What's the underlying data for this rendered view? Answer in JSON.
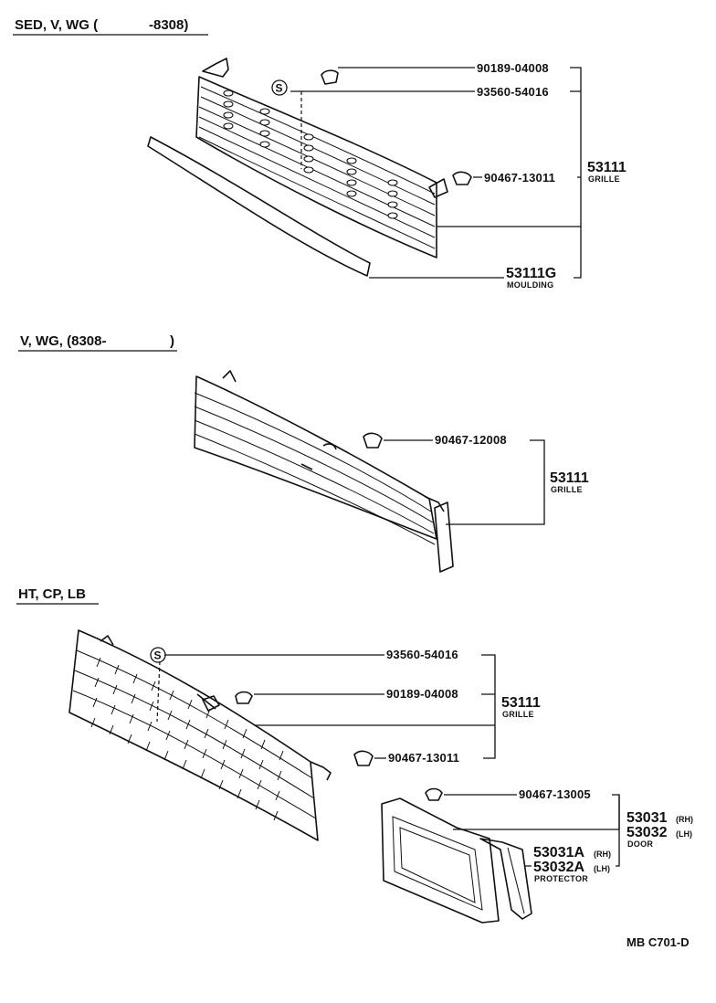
{
  "sections": [
    {
      "header": "SED, V, WG (",
      "header_end": "-8308)",
      "screw_mark": "S",
      "parts": [
        {
          "number": "90189-04008"
        },
        {
          "number": "93560-54016"
        },
        {
          "number": "90467-13011"
        }
      ],
      "assembly": {
        "number": "53111",
        "name": "GRILLE"
      },
      "moulding": {
        "number": "53111G",
        "name": "MOULDING"
      }
    },
    {
      "header": "V, WG, (8308-",
      "header_end": ")",
      "parts": [
        {
          "number": "90467-12008"
        }
      ],
      "assembly": {
        "number": "53111",
        "name": "GRILLE"
      }
    },
    {
      "header": "HT, CP, LB",
      "screw_mark": "S",
      "parts": [
        {
          "number": "93560-54016"
        },
        {
          "number": "90189-04008"
        },
        {
          "number": "90467-13011"
        },
        {
          "number": "90467-13005"
        }
      ],
      "assembly": {
        "number": "53111",
        "name": "GRILLE"
      },
      "door": {
        "rh": "53031",
        "rh_tag": "(RH)",
        "lh": "53032",
        "lh_tag": "(LH)",
        "name": "DOOR"
      },
      "protector": {
        "rh": "53031A",
        "rh_tag": "(RH)",
        "lh": "53032A",
        "lh_tag": "(LH)",
        "name": "PROTECTOR"
      }
    }
  ],
  "footer": {
    "code": "MB C701-D"
  }
}
